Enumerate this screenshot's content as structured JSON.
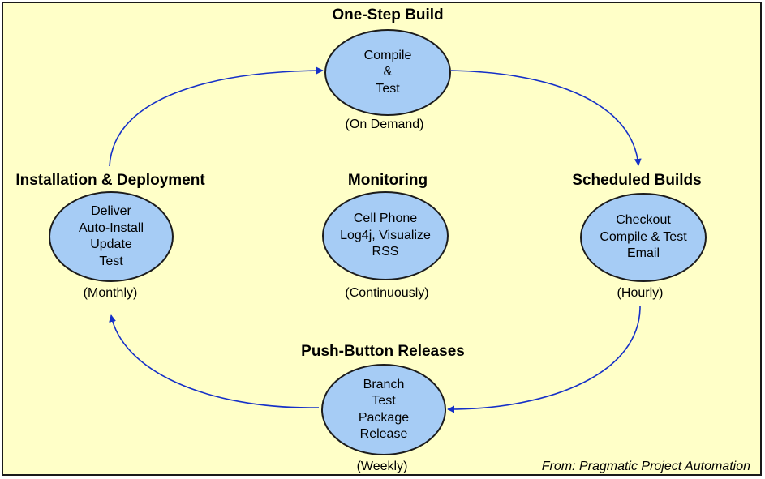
{
  "diagram": {
    "stages": {
      "one_step": {
        "title": "One-Step Build",
        "lines": [
          "Compile",
          "&",
          "Test"
        ],
        "frequency": "(On Demand)"
      },
      "scheduled": {
        "title": "Scheduled Builds",
        "lines": [
          "Checkout",
          "Compile & Test",
          "Email"
        ],
        "frequency": "(Hourly)"
      },
      "push_button": {
        "title": "Push-Button Releases",
        "lines": [
          "Branch",
          "Test",
          "Package",
          "Release"
        ],
        "frequency": "(Weekly)"
      },
      "installation": {
        "title": "Installation & Deployment",
        "lines": [
          "Deliver",
          "Auto-Install",
          "Update",
          "Test"
        ],
        "frequency": "(Monthly)"
      },
      "monitoring": {
        "title": "Monitoring",
        "lines": [
          "Cell Phone",
          "Log4j, Visualize",
          "RSS"
        ],
        "frequency": "(Continuously)"
      }
    },
    "source": "From: Pragmatic Project Automation",
    "colors": {
      "background": "#ffffc8",
      "node_fill": "#a6ccf5",
      "arrow": "#1530c8"
    }
  }
}
